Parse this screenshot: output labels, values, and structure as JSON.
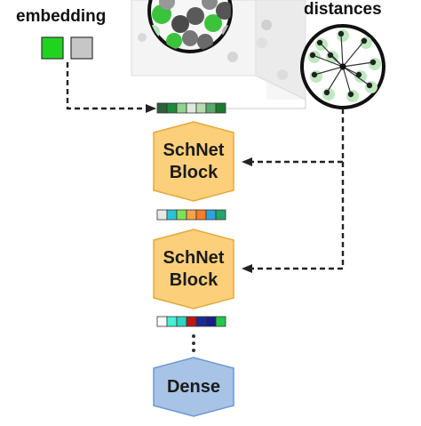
{
  "labels": {
    "embedding": "embedding",
    "distances": "distances"
  },
  "blocks": [
    {
      "line1": "SchNet",
      "line2": "Block"
    },
    {
      "line1": "SchNet",
      "line2": "Block"
    }
  ],
  "dense": {
    "label": "Dense"
  },
  "colors": {
    "block_fill": "#fcd07a",
    "block_stroke": "#e3a93c",
    "dense_fill": "#a7c3e6",
    "dense_stroke": "#6f98cf",
    "embed_green": "#21d321",
    "embed_gray": "#c6c6c6",
    "arrow": "#222222"
  },
  "vectors": {
    "embedding_out": [
      "#2f5f3b",
      "#1f8a3a",
      "#8fd38f",
      "#dfe8de",
      "#b7dcb0",
      "#5aa86a",
      "#1c7a2e"
    ],
    "block1_out": [
      "#e8e8e8",
      "#2ac3d6",
      "#7fe15a",
      "#f4a24b",
      "#f57d2b",
      "#2fa1e0",
      "#23a56a"
    ],
    "block2_out": [
      "#ffffff",
      "#42f2d1",
      "#2bd7c1",
      "#c01616",
      "#1a2b8f",
      "#1b1b8a",
      "#22c84a"
    ]
  }
}
